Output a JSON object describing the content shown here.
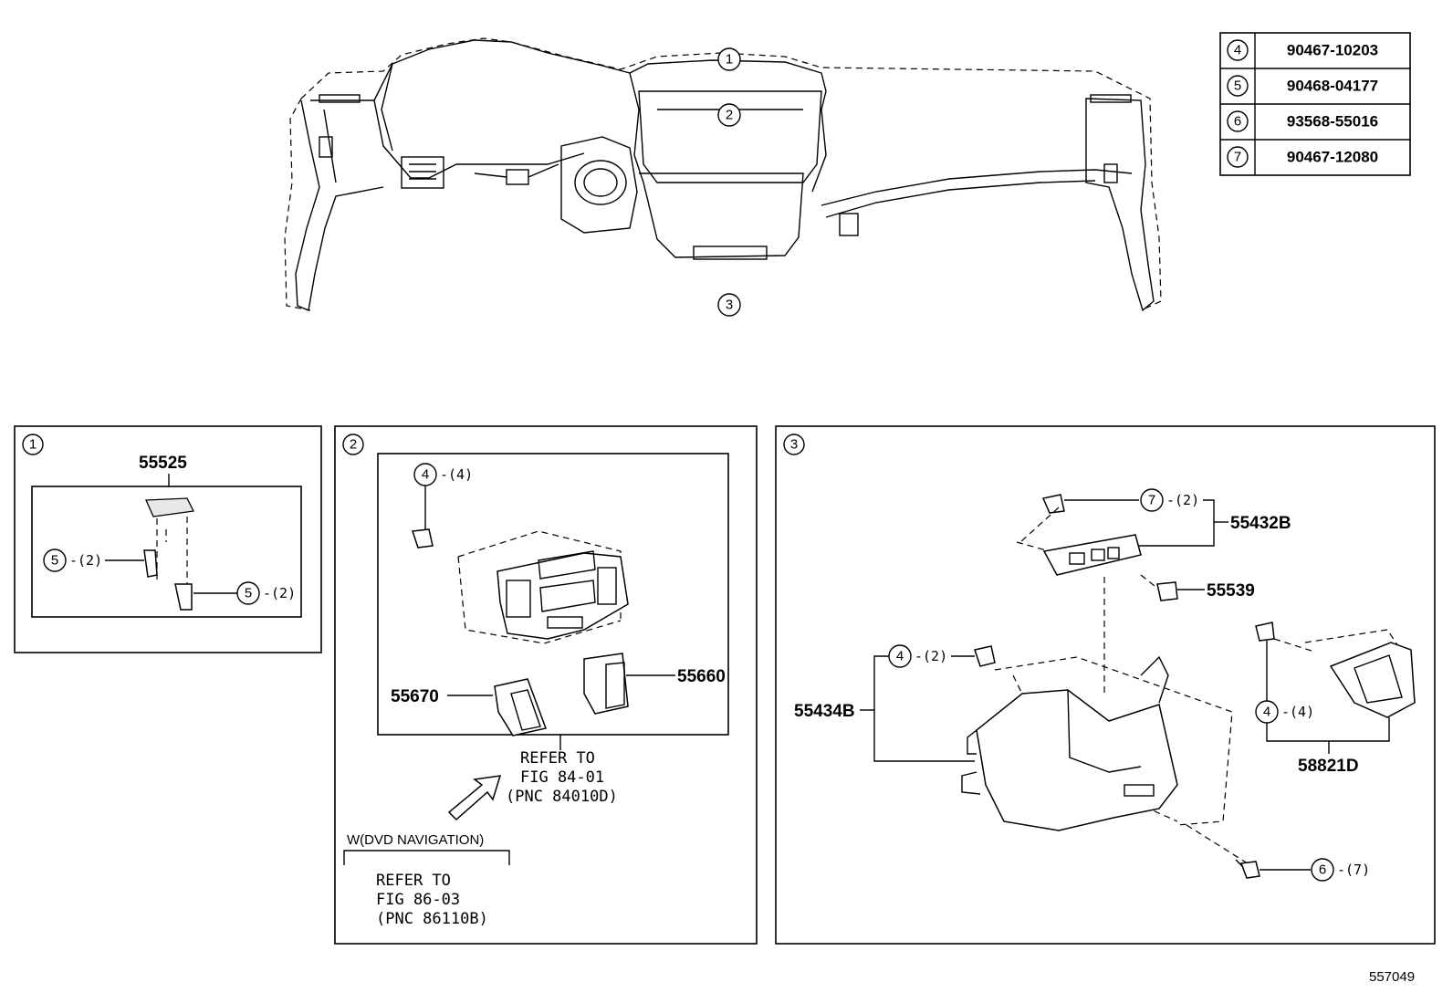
{
  "parts_table": [
    {
      "ref": "4",
      "part_no": "90467-10203"
    },
    {
      "ref": "5",
      "part_no": "90468-04177"
    },
    {
      "ref": "6",
      "part_no": "93568-55016"
    },
    {
      "ref": "7",
      "part_no": "90467-12080"
    }
  ],
  "overview": {
    "callout_1": "1",
    "callout_2": "2",
    "callout_3": "3"
  },
  "panel1": {
    "index": "1",
    "part_55525": "55525",
    "clip_a_ref": "5",
    "clip_a_qty": "-(2)",
    "clip_b_ref": "5",
    "clip_b_qty": "-(2)"
  },
  "panel2": {
    "index": "2",
    "clip_ref": "4",
    "clip_qty": "-(4)",
    "part_55660": "55660",
    "part_55670": "55670",
    "refer_1_line1": "REFER TO",
    "refer_1_line2": "FIG 84-01",
    "refer_1_line3": "(PNC 84010D)",
    "option_label": "W(DVD NAVIGATION)",
    "refer_2_line1": "REFER TO",
    "refer_2_line2": "FIG 86-03",
    "refer_2_line3": "(PNC 86110B)"
  },
  "panel3": {
    "index": "3",
    "clip7_ref": "7",
    "clip7_qty": "-(2)",
    "part_55432B": "55432B",
    "part_55539": "55539",
    "clip4a_ref": "4",
    "clip4a_qty": "-(2)",
    "part_55434B": "55434B",
    "clip4b_ref": "4",
    "clip4b_qty": "-(4)",
    "part_58821D": "58821D",
    "screw6_ref": "6",
    "screw6_qty": "-(7)"
  },
  "figure_id": "557049"
}
